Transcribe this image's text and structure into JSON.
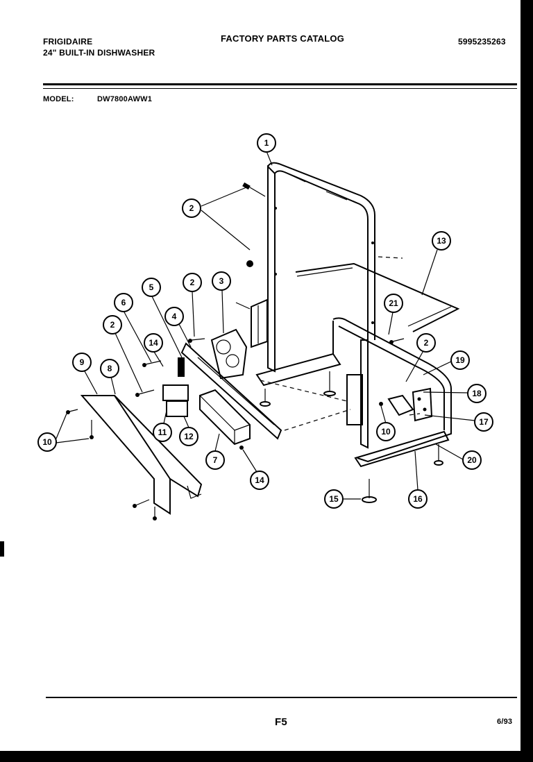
{
  "header": {
    "brand": "FRIGIDAIRE",
    "product": "24\" BUILT-IN DISHWASHER",
    "catalog_title": "FACTORY PARTS CATALOG",
    "catalog_number": "5995235263",
    "model_label": "MODEL:",
    "model_number": "DW7800AWW1"
  },
  "footer": {
    "page_code": "F5",
    "date": "6/93"
  },
  "callouts": [
    "1",
    "2",
    "2",
    "3",
    "4",
    "5",
    "6",
    "2",
    "14",
    "9",
    "8",
    "10",
    "11",
    "12",
    "7",
    "14",
    "13",
    "21",
    "2",
    "19",
    "18",
    "17",
    "20",
    "10",
    "15",
    "16"
  ]
}
